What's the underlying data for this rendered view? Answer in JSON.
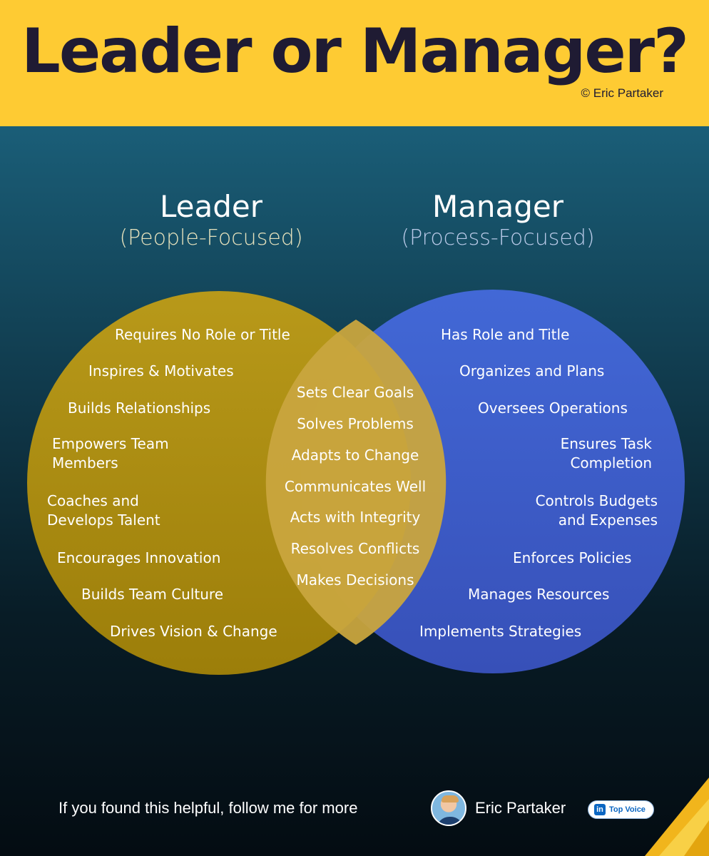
{
  "header": {
    "title": "Leader or Manager?",
    "copyright": "© Eric Partaker",
    "background": "#fecb33"
  },
  "leader": {
    "title": "Leader",
    "subtitle": "(People-Focused)",
    "color": "#c29d11",
    "items": [
      "Requires No Role or Title",
      "Inspires & Motivates",
      "Builds Relationships",
      "Empowers Team Members",
      "Coaches and Develops Talent",
      "Encourages Innovation",
      "Builds Team Culture",
      "Drives Vision & Change"
    ]
  },
  "overlap": {
    "items": [
      "Sets Clear Goals",
      "Solves Problems",
      "Adapts to Change",
      "Communicates Well",
      "Acts with Integrity",
      "Resolves Conflicts",
      "Makes Decisions"
    ]
  },
  "manager": {
    "title": "Manager",
    "subtitle": "(Process-Focused)",
    "color": "#3f63cf",
    "items": [
      "Has Role and Title",
      "Organizes and Plans",
      "Oversees Operations",
      "Ensures Task Completion",
      "Controls Budgets and Expenses",
      "Enforces Policies",
      "Manages Resources",
      "Implements Strategies"
    ]
  },
  "footer": {
    "cta": "If you found this helpful, follow me for more",
    "name": "Eric Partaker",
    "badge_logo": "in",
    "badge": "Top Voice",
    "avatar_icon": "profile-photo"
  }
}
